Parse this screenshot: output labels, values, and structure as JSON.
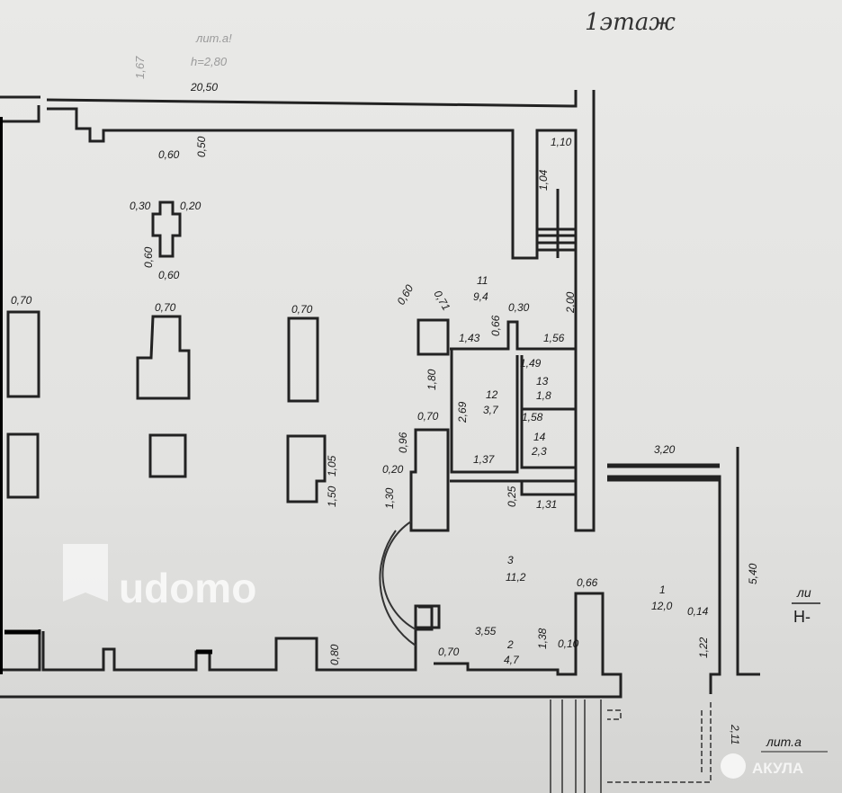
{
  "title": "1этаж",
  "header": {
    "lit": "лит.а!",
    "height": "h=2,80",
    "length": "20,50",
    "side": "1,67"
  },
  "rooms": [
    {
      "number": "11",
      "area": "9,4"
    },
    {
      "number": "12",
      "area": "3,7"
    },
    {
      "number": "13",
      "area": "1,8"
    },
    {
      "number": "14",
      "area": "2,3"
    },
    {
      "number": "3",
      "area": "11,2"
    },
    {
      "number": "1",
      "area": "12,0"
    },
    {
      "number": "2",
      "area": "4,7"
    }
  ],
  "dims": [
    "0,60",
    "0,50",
    "1,10",
    "1,04",
    "0,30",
    "0,20",
    "0,60",
    "0,60",
    "0,70",
    "0,70",
    "0,70",
    "0,60",
    "0,71",
    "0,30",
    "0,66",
    "2,00",
    "1,43",
    "1,56",
    "1,80",
    "2,69",
    "1,49",
    "1,58",
    "0,70",
    "0,96",
    "0,20",
    "1,37",
    "0,25",
    "1,31",
    "1,30",
    "1,05",
    "1,50",
    "3,20",
    "5,40",
    "0,66",
    "0,14",
    "3,55",
    "1,38",
    "0,10",
    "0,70",
    "1,22",
    "0,80",
    "2,11"
  ],
  "side_label": {
    "top": "ли",
    "bottom": "Н-"
  },
  "bottom_label": "лит.а",
  "watermarks": {
    "left": "udomo",
    "right": "АКУЛА"
  }
}
